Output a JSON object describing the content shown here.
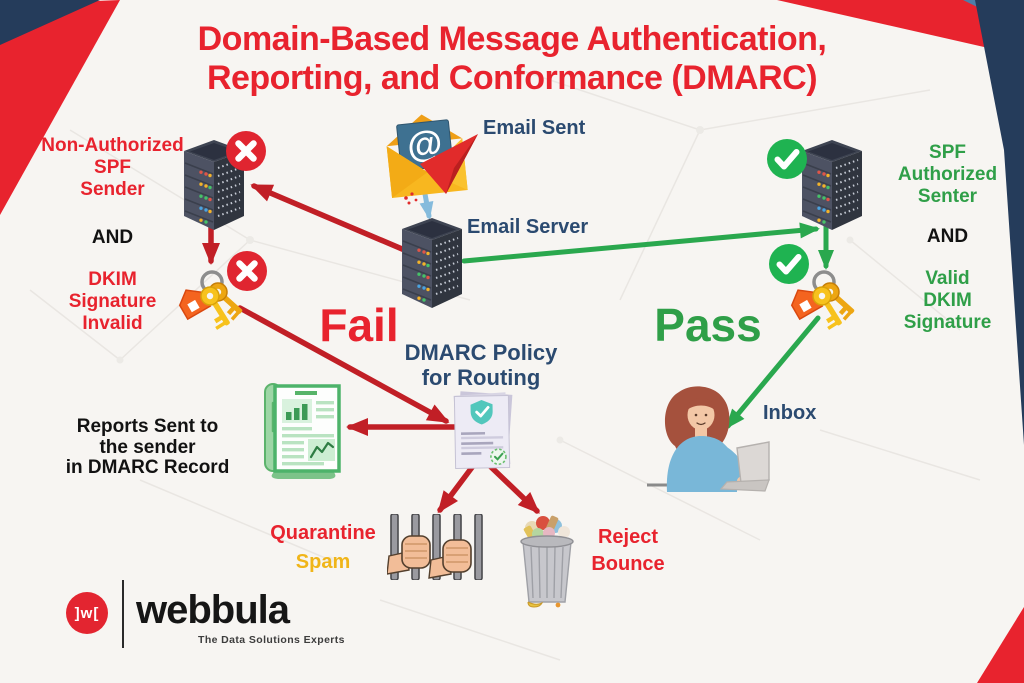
{
  "title": "Domain-Based Message Authentication,\nReporting, and Conformance (DMARC)",
  "flow": {
    "email_sent": "Email Sent",
    "email_server": "Email Server",
    "fail": "Fail",
    "pass": "Pass",
    "dmarc_policy": "DMARC Policy\nfor Routing",
    "inbox": "Inbox"
  },
  "fail_side": {
    "non_authorized": "Non-Authorized\nSPF\nSender",
    "and": "AND",
    "dkim_invalid": "DKIM\nSignature\nInvalid",
    "reports": "Reports Sent to\nthe sender\nin DMARC Record",
    "quarantine": "Quarantine",
    "spam": "Spam",
    "reject_bounce": "Reject\nBounce"
  },
  "pass_side": {
    "spf_authorized": "SPF\nAuthorized\nSenter",
    "and": "AND",
    "valid_dkim": "Valid\nDKIM\nSignature"
  },
  "logo": {
    "mark": "]w[",
    "name": "webbula",
    "tagline": "The Data Solutions Experts"
  },
  "colors": {
    "background": "#f7f5f2",
    "title_red": "#e8232e",
    "arrow_red": "#c11f26",
    "badge_red": "#e02530",
    "text_green": "#2f9f48",
    "arrow_green": "#2aa84e",
    "badge_green": "#1fb351",
    "navy_text": "#2b4a70",
    "spam_yellow": "#f0b519",
    "corner_navy": "#253c5b",
    "corner_steel": "#4d7ea8",
    "blue_arrow": "#85bbdc"
  },
  "icons": {
    "email": "email-sent-icon",
    "server": "server-icon",
    "keys": "dkim-keys-icon",
    "cross_badge": "x-badge-icon",
    "check_badge": "check-badge-icon",
    "policy": "dmarc-policy-document-icon",
    "report": "report-scroll-icon",
    "jail": "quarantine-jail-icon",
    "trash": "reject-trash-icon",
    "inbox_user": "user-at-laptop-icon",
    "logo_mark": "webbula-logo-icon"
  }
}
